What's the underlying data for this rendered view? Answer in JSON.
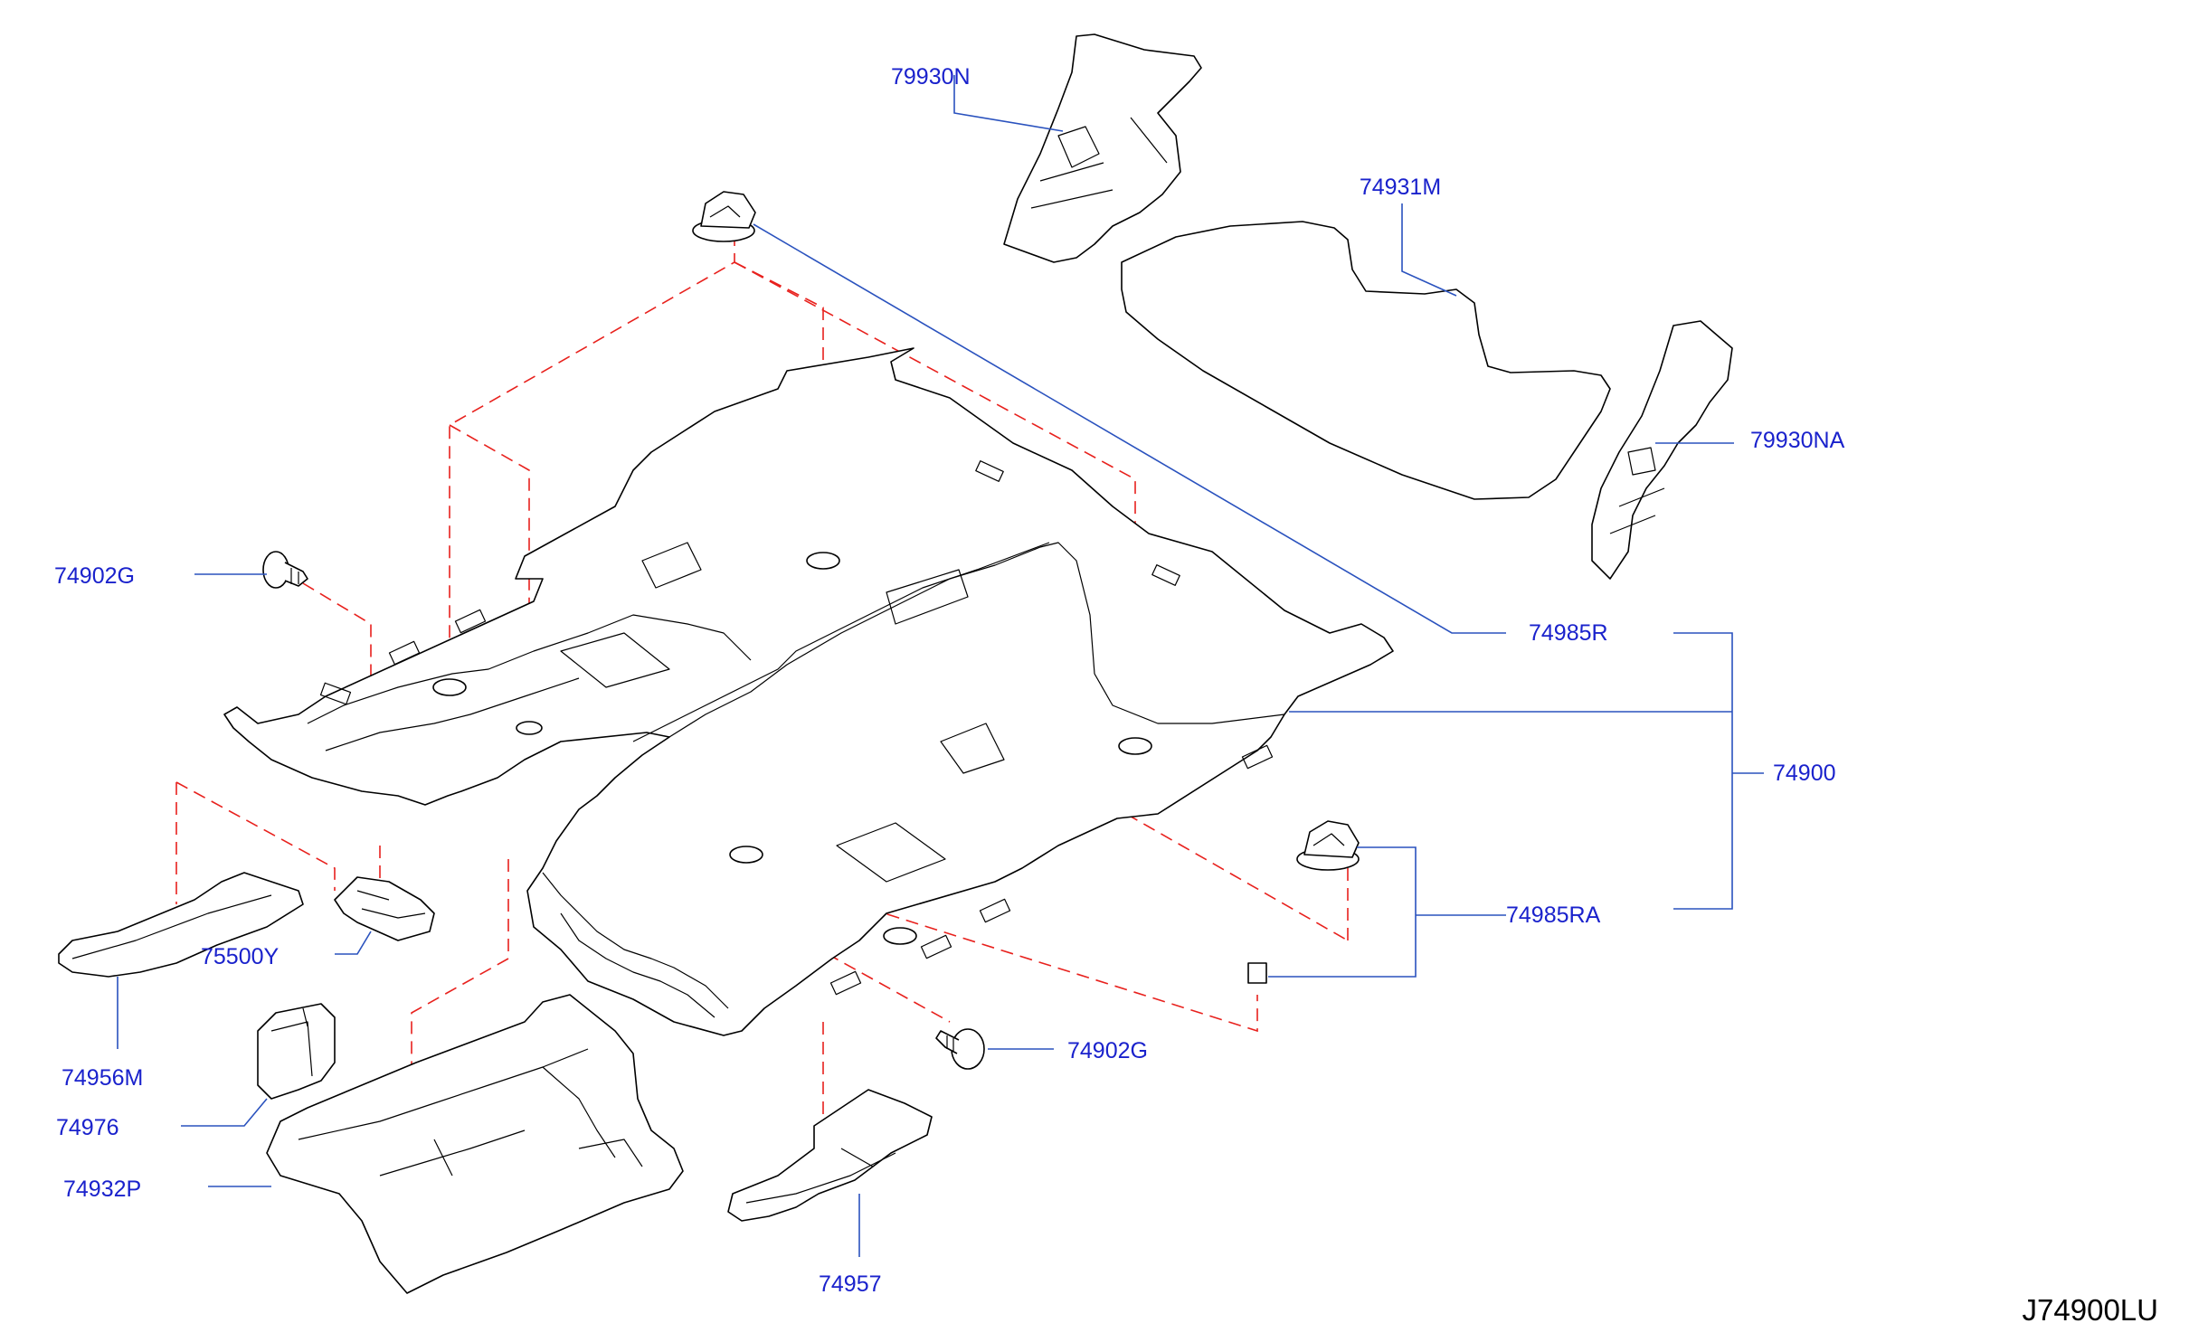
{
  "diagram_id": "J74900LU",
  "colors": {
    "label": "#1a22cc",
    "leader_line": "#2a52be",
    "assembly_dash": "#e8211d",
    "outline": "#000000",
    "background": "#ffffff"
  },
  "parts": [
    {
      "id": "p1",
      "label": "79930N"
    },
    {
      "id": "p2",
      "label": "74931M"
    },
    {
      "id": "p3",
      "label": "79930NA"
    },
    {
      "id": "p4",
      "label": "74902G"
    },
    {
      "id": "p5",
      "label": "74985R"
    },
    {
      "id": "p6",
      "label": "74900"
    },
    {
      "id": "p7",
      "label": "74985RA"
    },
    {
      "id": "p8",
      "label": "75500Y"
    },
    {
      "id": "p9",
      "label": "74956M"
    },
    {
      "id": "p10",
      "label": "74902G"
    },
    {
      "id": "p11",
      "label": "74976"
    },
    {
      "id": "p12",
      "label": "74932P"
    },
    {
      "id": "p13",
      "label": "74957"
    }
  ]
}
